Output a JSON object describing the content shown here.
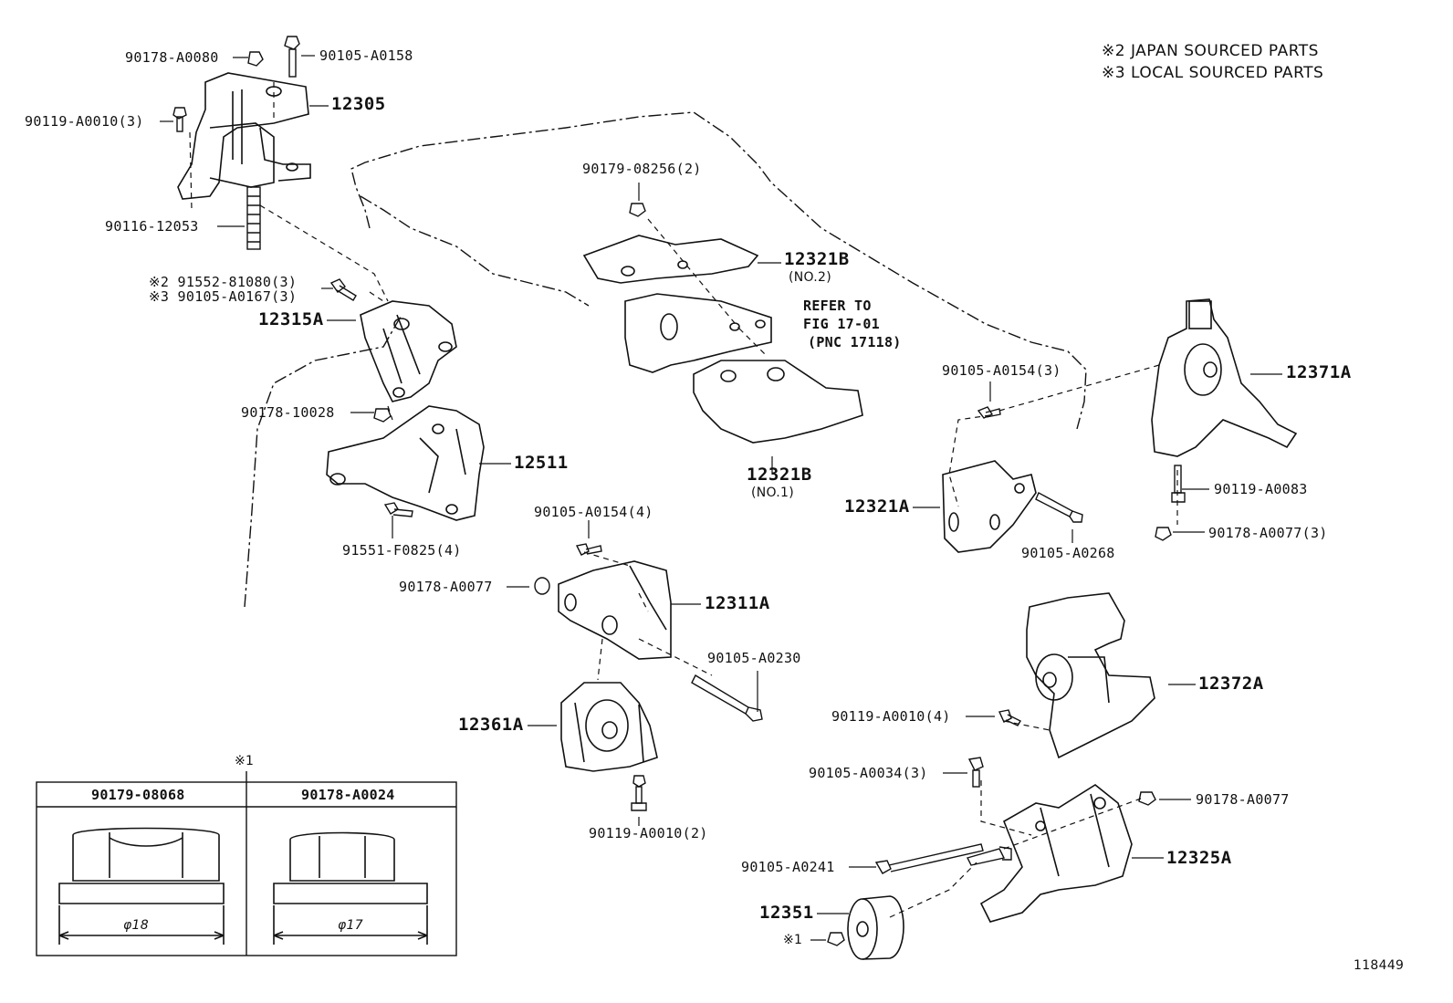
{
  "notes": [
    "※2 JAPAN SOURCED PARTS",
    "※3 LOCAL SOURCED PARTS"
  ],
  "figure_number": "118449",
  "refer": {
    "line1": "REFER TO",
    "line2": "FIG 17-01",
    "line3": "(PNC 17118)"
  },
  "labels": {
    "p90178_A0080": "90178-A0080",
    "p90105_A0158": "90105-A0158",
    "p12305": "12305",
    "p90119_A0010_3": "90119-A0010(3)",
    "p90116_12053": "90116-12053",
    "p91552_81080": "※2 91552-81080(3)",
    "p90105_A0167": "※3 90105-A0167(3)",
    "p12315A": "12315A",
    "p90178_10028": "90178-10028",
    "p12511": "12511",
    "p91551_F0825": "91551-F0825(4)",
    "p90179_08256": "90179-08256(2)",
    "p12321B_no2": "12321B",
    "p12321B_no2_sub": "(NO.2)",
    "p12321B_no1": "12321B",
    "p12321B_no1_sub": "(NO.1)",
    "p90105_A0154_4": "90105-A0154(4)",
    "p90178_A0077_a": "90178-A0077",
    "p12311A": "12311A",
    "p90105_A0230": "90105-A0230",
    "p12361A": "12361A",
    "p90119_A0010_2": "90119-A0010(2)",
    "p90105_A0154_3": "90105-A0154(3)",
    "p12321A": "12321A",
    "p90105_A0268": "90105-A0268",
    "p12371A": "12371A",
    "p90119_A0083": "90119-A0083",
    "p90178_A0077_3": "90178-A0077(3)",
    "p12372A": "12372A",
    "p90119_A0010_4": "90119-A0010(4)",
    "p90105_A0034": "90105-A0034(3)",
    "p90178_A0077_b": "90178-A0077",
    "p90105_A0241": "90105-A0241",
    "p12325A": "12325A",
    "p12351": "12351",
    "ref1": "※1"
  },
  "nut_table": {
    "marker": "※1",
    "columns": [
      {
        "part": "90179-08068",
        "dim": "φ18"
      },
      {
        "part": "90178-A0024",
        "dim": "φ17"
      }
    ]
  }
}
